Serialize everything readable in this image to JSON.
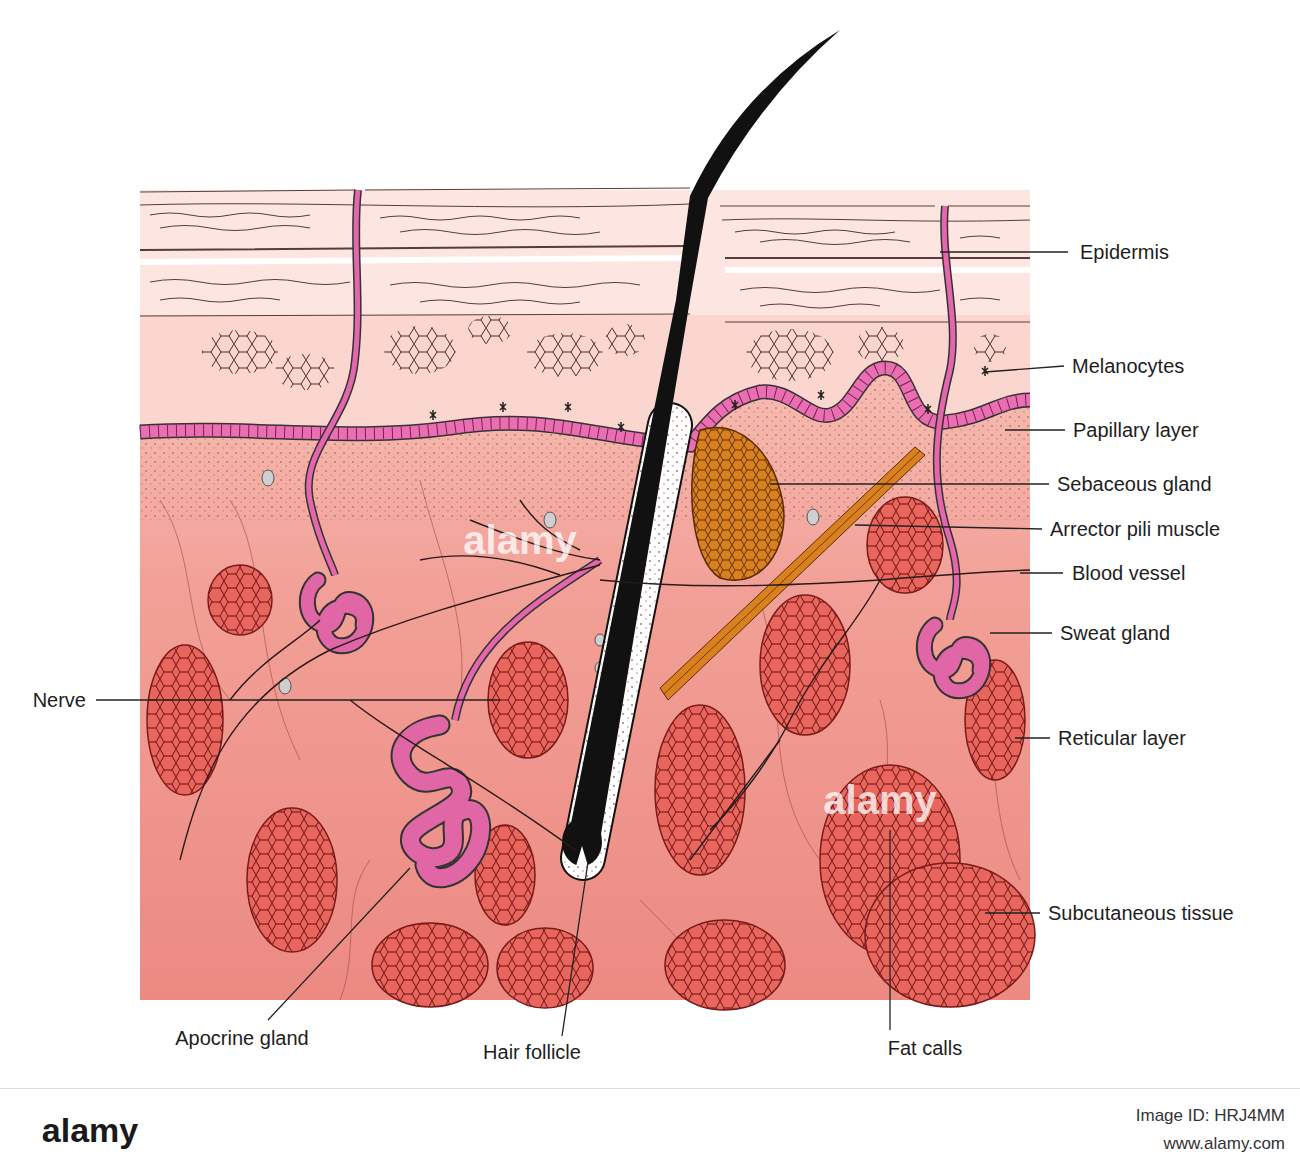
{
  "diagram": {
    "labels": [
      "Epidermis",
      "Melanocytes",
      "Papillary layer",
      "Sebaceous gland",
      "Arrector pili muscle",
      "Blood vessel",
      "Sweat gland",
      "Nerve",
      "Reticular layer",
      "Subcutaneous tissue",
      "Apocrine gland",
      "Hair follicle",
      "Fat calls",
      "alamy",
      "alamy",
      "alamy",
      "Image ID: HRJ4MM",
      "www.alamy.com"
    ]
  }
}
